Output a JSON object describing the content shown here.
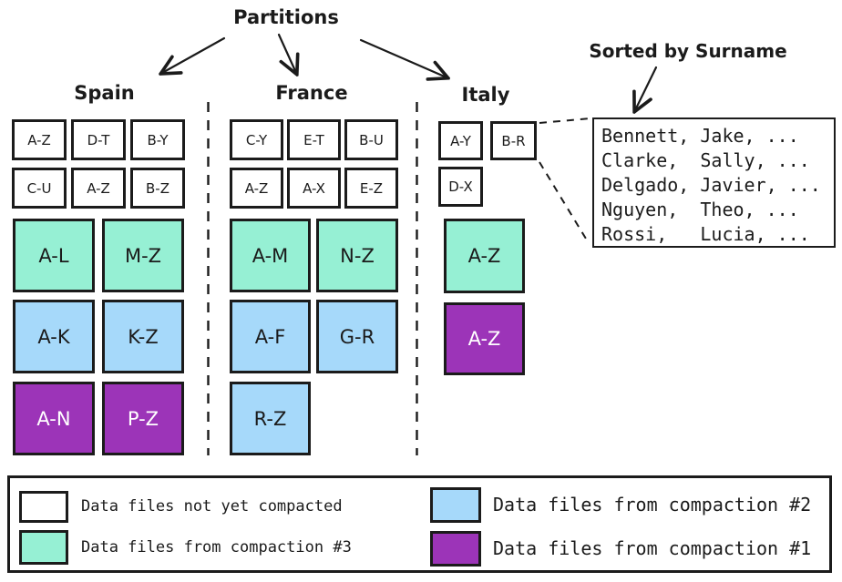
{
  "title": "Partitions",
  "annotation": {
    "label": "Sorted by Surname"
  },
  "colors": {
    "uncompacted": "#ffffff",
    "compaction3": "#96f0d4",
    "compaction2": "#a6d9fa",
    "compaction1": "#9c34b8",
    "stroke": "#1b1b1b"
  },
  "partitions": [
    {
      "name": "Spain",
      "uncompacted": [
        "A-Z",
        "D-T",
        "B-Y",
        "C-U",
        "A-Z",
        "B-Z"
      ],
      "compaction3": [
        "A-L",
        "M-Z"
      ],
      "compaction2": [
        "A-K",
        "K-Z"
      ],
      "compaction1": [
        "A-N",
        "P-Z"
      ]
    },
    {
      "name": "France",
      "uncompacted": [
        "C-Y",
        "E-T",
        "B-U",
        "A-Z",
        "A-X",
        "E-Z"
      ],
      "compaction3": [
        "A-M",
        "N-Z"
      ],
      "compaction2": [
        "A-F",
        "G-R",
        "R-Z"
      ],
      "compaction1": []
    },
    {
      "name": "Italy",
      "uncompacted": [
        "A-Y",
        "B-R",
        "D-X"
      ],
      "compaction3": [
        "A-Z"
      ],
      "compaction2": [],
      "compaction1": [
        "A-Z"
      ]
    }
  ],
  "surname_box": {
    "rows": [
      "Bennett, Jake, ...",
      "Clarke,  Sally, ...",
      "Delgado, Javier, ...",
      "Nguyen,  Theo, ...",
      "Rossi,   Lucia, ..."
    ]
  },
  "legend": {
    "items": [
      {
        "label": "Data files not yet compacted",
        "color": "#ffffff"
      },
      {
        "label": "Data files from compaction #3",
        "color": "#96f0d4"
      },
      {
        "label": "Data files from compaction #2",
        "color": "#a6d9fa"
      },
      {
        "label": "Data files from compaction #1",
        "color": "#9c34b8"
      }
    ]
  }
}
